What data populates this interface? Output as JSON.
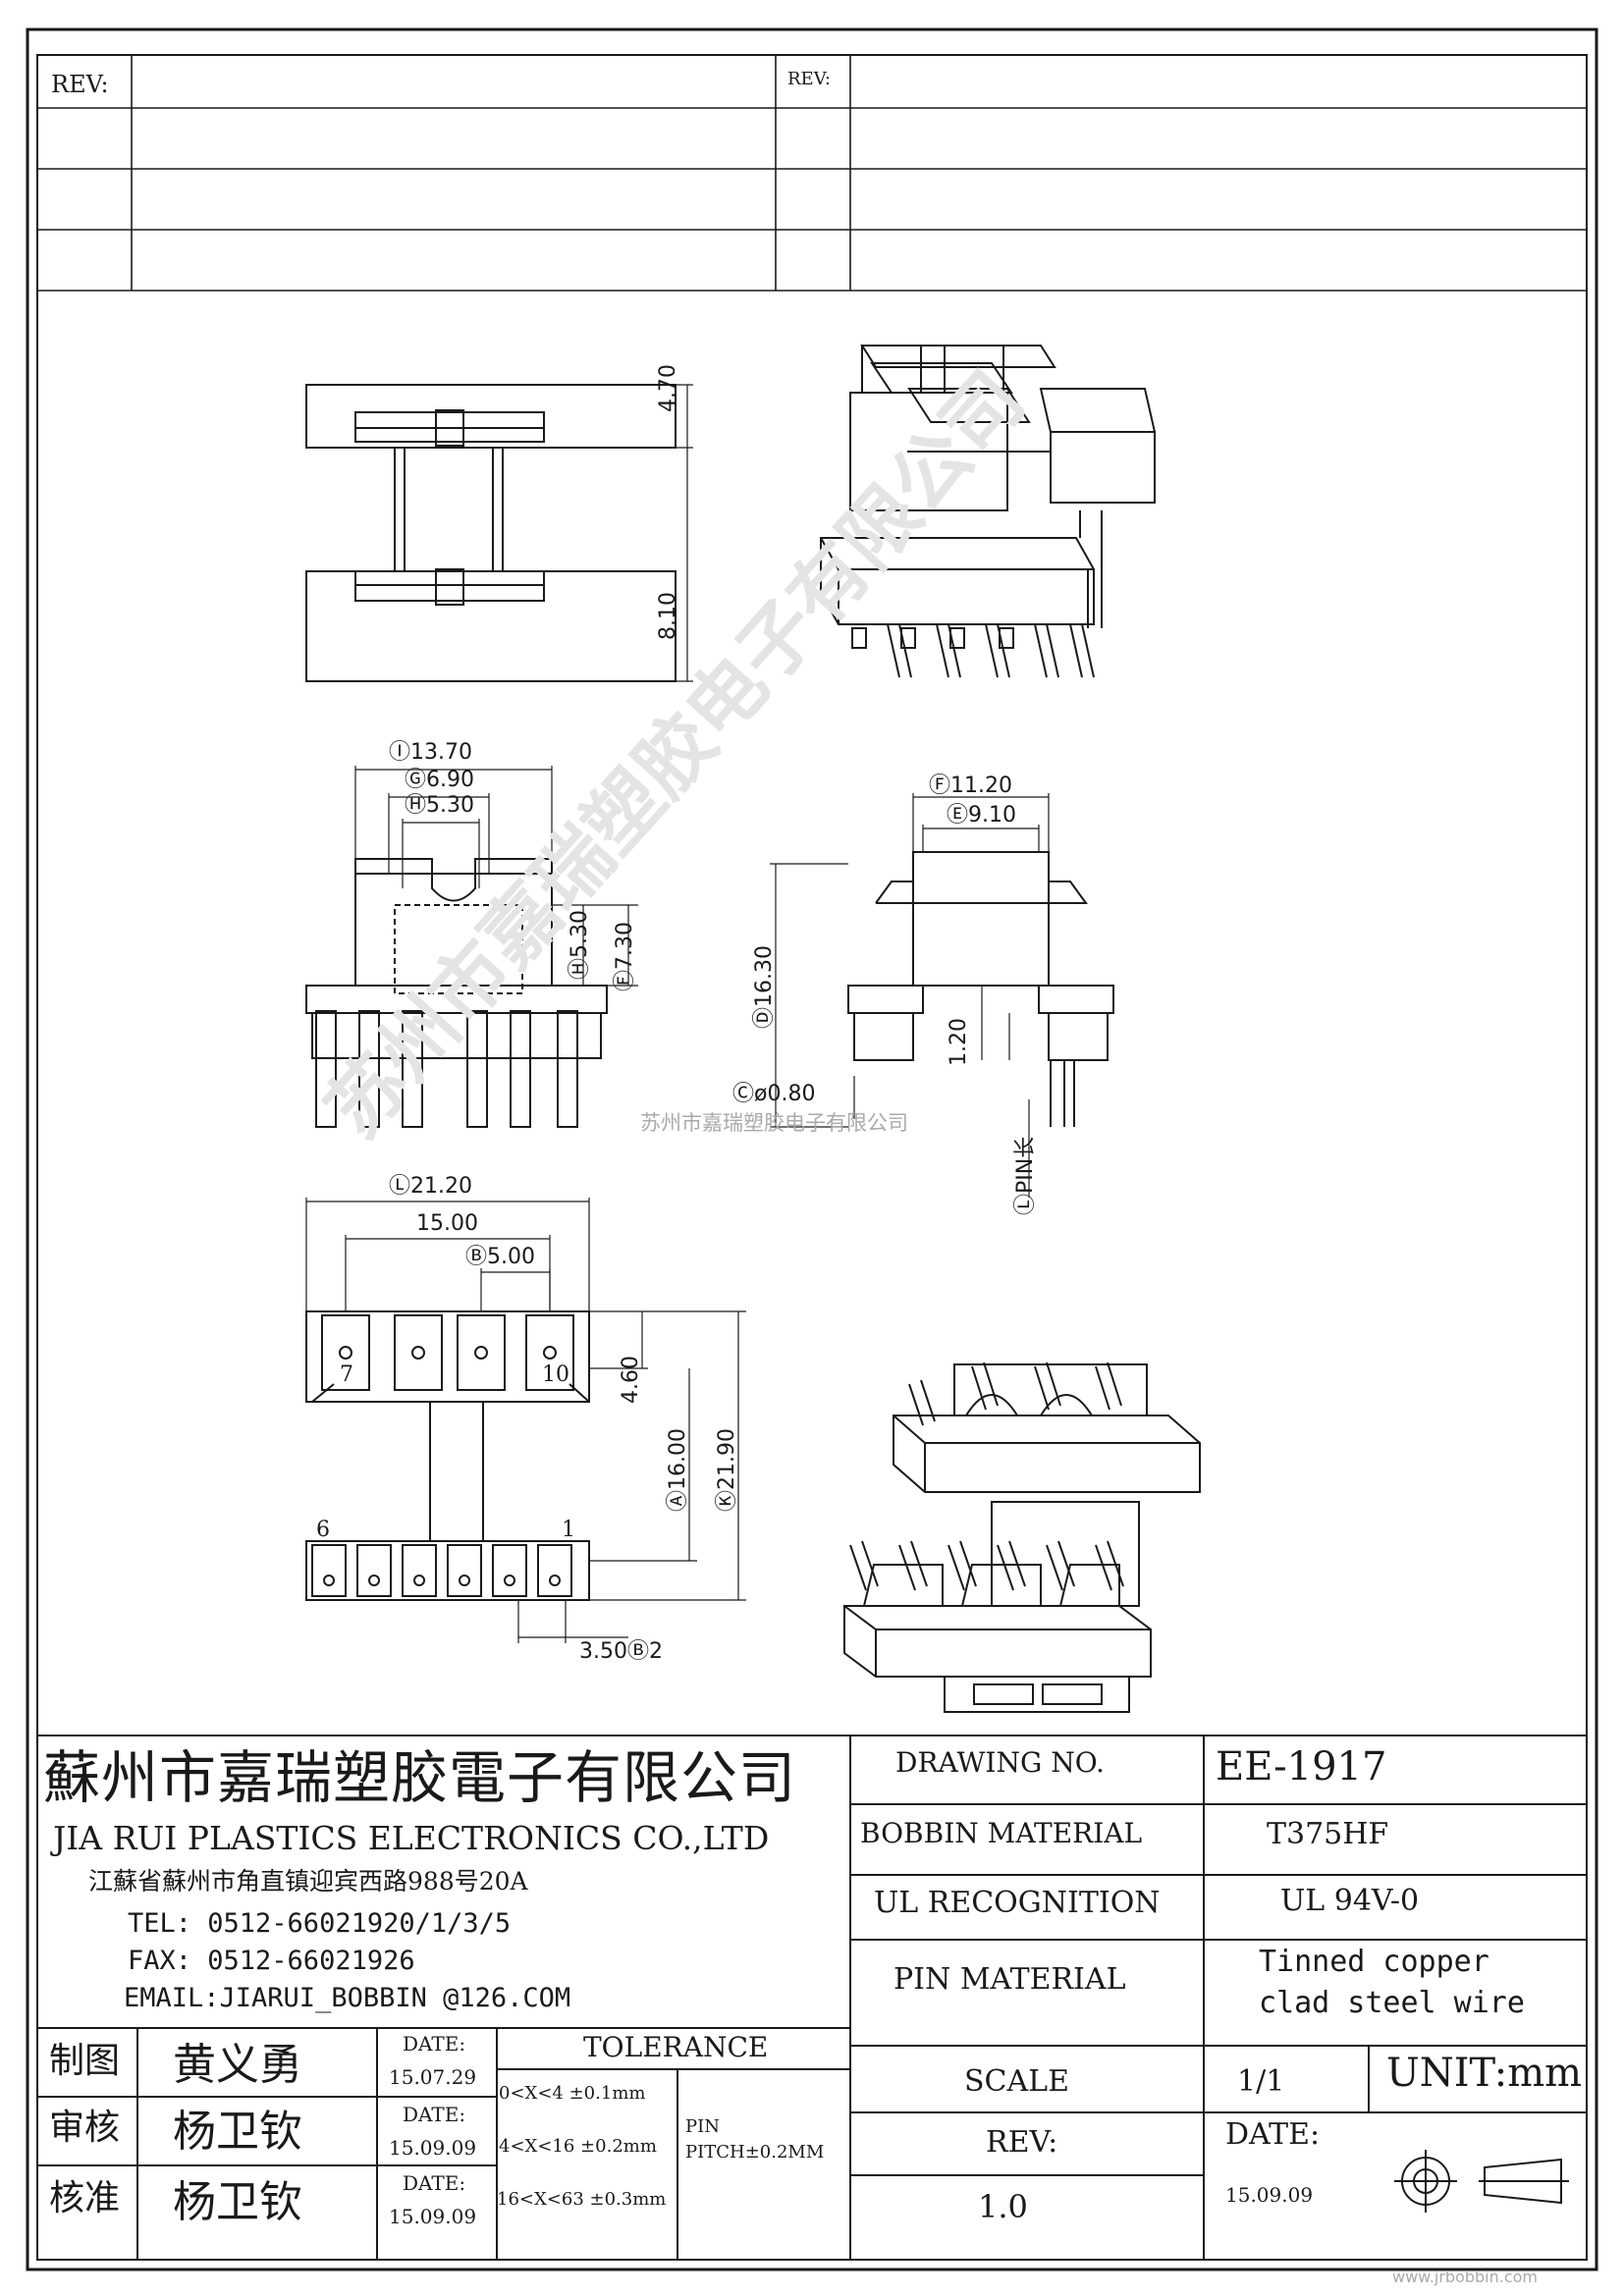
{
  "revision_table": {
    "rev_label_left": "REV:",
    "rev_label_right": "REV:"
  },
  "drawing_dims": {
    "top_view": [
      "4.70",
      "8.10"
    ],
    "front_view": [
      "Ⓘ13.70",
      "Ⓖ6.90",
      "Ⓗ5.30",
      "Ⓗ5.30",
      "Ⓕ7.30"
    ],
    "side_view": [
      "Ⓕ11.20",
      "Ⓔ9.10",
      "Ⓓ16.30",
      "1.20",
      "Ⓒø0.80",
      "ⓁPIN长"
    ],
    "bottom_view": [
      "Ⓛ21.20",
      "15.00",
      "Ⓑ5.00",
      "4.60",
      "Ⓐ16.00",
      "Ⓚ21.90",
      "3.50Ⓑ2"
    ],
    "pin_numbers": [
      "7",
      "10",
      "6",
      "1"
    ]
  },
  "watermark": {
    "center_text": "苏州市嘉瑞塑胶电子有限公司",
    "diag_text": "苏州市嘉瑞塑胶电子有限公司"
  },
  "company": {
    "name_cn": "蘇州市嘉瑞塑胶電子有限公司",
    "name_en": "JIA RUI PLASTICS ELECTRONICS CO.,LTD",
    "address": "江蘇省蘇州市角直镇迎宾西路988号20A",
    "tel": "TEL: 0512-66021920/1/3/5",
    "fax": "FAX: 0512-66021926",
    "email": "EMAIL:JIARUI_BOBBIN @126.COM"
  },
  "specs": {
    "drawing_no_label": "DRAWING   NO.",
    "drawing_no": "EE-1917",
    "bobbin_material_label": "BOBBIN   MATERIAL",
    "bobbin_material": "T375HF",
    "ul_label": "UL RECOGNITION",
    "ul_value": "UL 94V-0",
    "pin_material_label": "PIN MATERIAL",
    "pin_material_line1": "Tinned copper",
    "pin_material_line2": "clad steel wire",
    "scale_label": "SCALE",
    "scale_value": "1/1",
    "unit": "UNIT:mm",
    "rev_label": "REV:",
    "rev_value": "1.0",
    "date_label": "DATE:",
    "date_value": "15.09.09"
  },
  "signoff": {
    "rows": [
      {
        "role": "制图",
        "name": "黄义勇",
        "date_label": "DATE:",
        "date": "15.07.29"
      },
      {
        "role": "审核",
        "name": "杨卫钦",
        "date_label": "DATE:",
        "date": "15.09.09"
      },
      {
        "role": "核准",
        "name": "杨卫钦",
        "date_label": "DATE:",
        "date": "15.09.09"
      }
    ]
  },
  "tolerance": {
    "title": "TOLERANCE",
    "rows": [
      "0<X<4  ±0.1mm",
      "4<X<16 ±0.2mm",
      "16<X<63 ±0.3mm"
    ],
    "pin_pitch_1": "PIN",
    "pin_pitch_2": "PITCH±0.2MM"
  },
  "footer_url": "www.jrbobbin.com"
}
